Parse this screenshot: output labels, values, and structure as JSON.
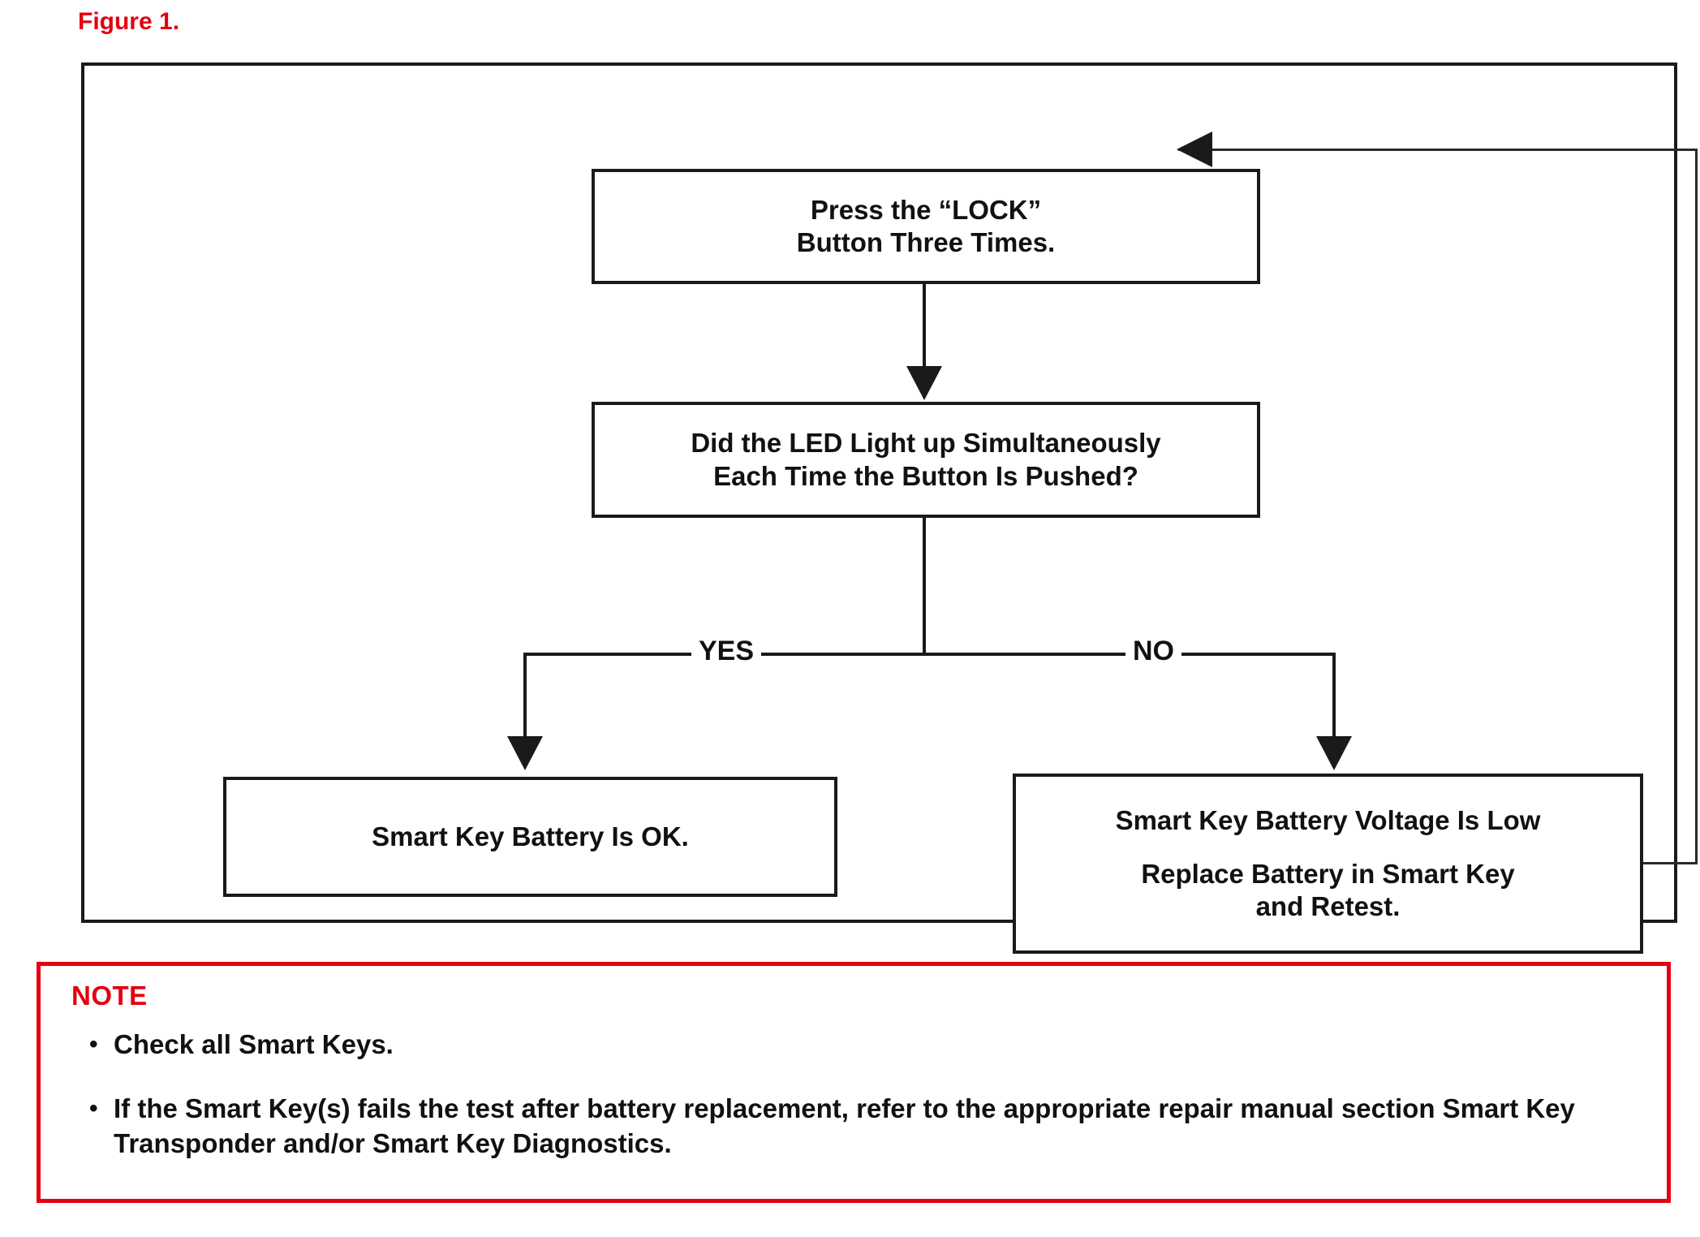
{
  "figure": {
    "caption": "Figure 1.",
    "caption_color": "#e3000f"
  },
  "flowchart": {
    "boxes": [
      {
        "id": "press",
        "lines": [
          "Press the “LOCK”",
          "Button Three Times."
        ]
      },
      {
        "id": "question",
        "lines": [
          "Did the LED Light up Simultaneously",
          "Each Time the Button Is Pushed?"
        ]
      },
      {
        "id": "ok",
        "lines": [
          "Smart Key Battery Is OK."
        ]
      },
      {
        "id": "low",
        "lines": [
          "Smart Key Battery Voltage Is Low",
          "Replace Battery in Smart Key",
          "and Retest."
        ]
      }
    ],
    "branch_labels": {
      "yes": "YES",
      "no": "NO"
    },
    "line_color": "#1a1a1a"
  },
  "note": {
    "title": "NOTE",
    "title_color": "#e3000f",
    "border_color": "#e3000f",
    "bullet_glyph": "•",
    "items": [
      "Check all Smart Keys.",
      "If the Smart Key(s) fails the test after battery replacement, refer to the appropriate repair manual section Smart Key Transponder and/or Smart Key Diagnostics."
    ]
  }
}
